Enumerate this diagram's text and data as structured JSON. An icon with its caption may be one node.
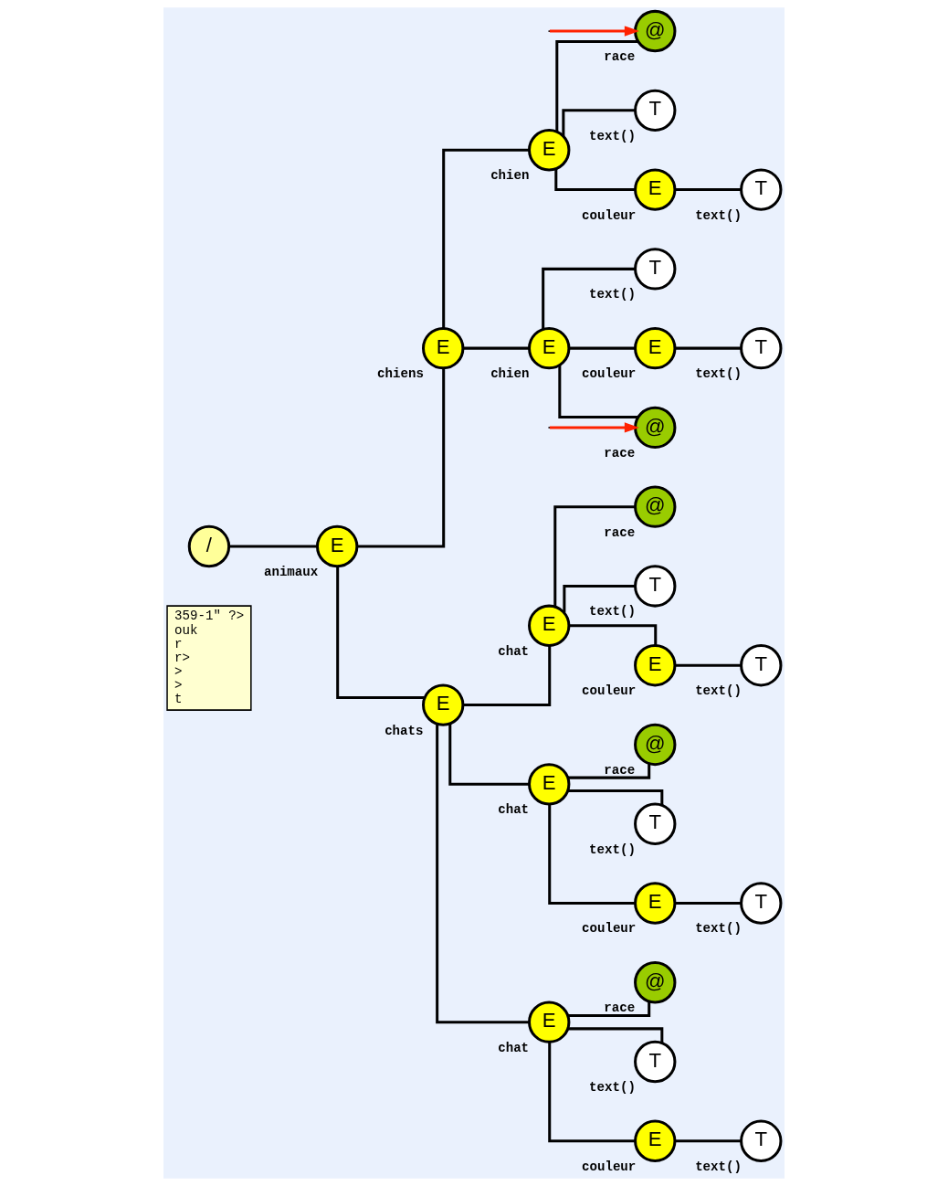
{
  "diagram": {
    "nodes": [
      {
        "text": [
          "359-1\" ?>",
          "ouk",
          "r",
          "r>",
          ">",
          ">",
          "t"
        ]
      },
      {
        "text": [
          "/"
        ]
      },
      {
        "text": [
          "E"
        ],
        "beside": [
          "animaux"
        ]
      },
      {
        "text": [
          "E"
        ],
        "beside": [
          "chiens"
        ]
      },
      {
        "text": [
          "E"
        ],
        "beside": [
          "chien"
        ]
      },
      {
        "text": [
          "@"
        ],
        "beside": [
          "race"
        ]
      },
      {
        "text": [
          "T"
        ],
        "beside": [
          "text()"
        ]
      },
      {
        "text": [
          "E"
        ],
        "beside": [
          "couleur"
        ]
      },
      {
        "text": [
          "T"
        ],
        "beside": [
          "text()"
        ]
      },
      {
        "text": [
          "E"
        ],
        "beside": [
          "chien"
        ]
      },
      {
        "text": [
          "@"
        ],
        "beside": [
          "race"
        ]
      },
      {
        "text": [
          "T"
        ],
        "beside": [
          "text()"
        ]
      },
      {
        "text": [
          "E"
        ],
        "beside": [
          "couleur"
        ]
      },
      {
        "text": [
          "T"
        ],
        "beside": [
          "text()"
        ]
      },
      {
        "text": [
          "E"
        ],
        "beside": [
          "chats"
        ]
      },
      {
        "text": [
          "E"
        ],
        "beside": [
          "chat"
        ]
      },
      {
        "text": [
          "@"
        ],
        "beside": [
          "race"
        ]
      },
      {
        "text": [
          "T"
        ],
        "beside": [
          "text()"
        ]
      },
      {
        "text": [
          "E"
        ],
        "beside": [
          "couleur"
        ]
      },
      {
        "text": [
          "T"
        ],
        "beside": [
          "text()"
        ]
      },
      {
        "text": [
          "E"
        ],
        "beside": [
          "chat"
        ]
      },
      {
        "text": [
          "@"
        ],
        "beside": [
          "race"
        ]
      },
      {
        "text": [
          "T"
        ],
        "beside": [
          "text()"
        ]
      },
      {
        "text": [
          "E"
        ],
        "beside": [
          "couleur"
        ]
      },
      {
        "text": [
          "T"
        ],
        "beside": [
          "text()"
        ]
      },
      {
        "text": [
          "E"
        ],
        "beside": [
          "chat"
        ]
      },
      {
        "text": [
          "@"
        ],
        "beside": [
          "race"
        ]
      },
      {
        "text": [
          "T"
        ],
        "beside": [
          "text()"
        ]
      },
      {
        "text": [
          "E"
        ],
        "beside": [
          "couleur"
        ]
      },
      {
        "text": [
          "T"
        ],
        "beside": [
          "text()"
        ]
      }
    ],
    "edges": [
      {
        "from": null,
        "to": 5,
        "arrow": "to",
        "color": "#ff2200"
      },
      {
        "from": null,
        "to": 10,
        "arrow": "to",
        "color": "#ff2200"
      },
      {
        "from": 1,
        "to": 2,
        "arrow": "none"
      },
      {
        "from": 2,
        "to": 3,
        "arrow": "none"
      },
      {
        "from": 2,
        "to": 14,
        "arrow": "none"
      },
      {
        "from": 3,
        "to": 4,
        "arrow": "none"
      },
      {
        "from": 3,
        "to": 9,
        "arrow": "none"
      },
      {
        "from": 4,
        "to": 5,
        "arrow": "none"
      },
      {
        "from": 4,
        "to": 6,
        "arrow": "none"
      },
      {
        "from": 4,
        "to": 7,
        "arrow": "none"
      },
      {
        "from": 7,
        "to": 8,
        "arrow": "none"
      },
      {
        "from": 9,
        "to": 10,
        "arrow": "none"
      },
      {
        "from": 9,
        "to": 11,
        "arrow": "none"
      },
      {
        "from": 9,
        "to": 12,
        "arrow": "none"
      },
      {
        "from": 12,
        "to": 13,
        "arrow": "none"
      },
      {
        "from": 14,
        "to": 15,
        "arrow": "none"
      },
      {
        "from": 14,
        "to": 20,
        "arrow": "none"
      },
      {
        "from": 14,
        "to": 25,
        "arrow": "none"
      },
      {
        "from": 15,
        "to": 16,
        "arrow": "none"
      },
      {
        "from": 15,
        "to": 17,
        "arrow": "none"
      },
      {
        "from": 15,
        "to": 18,
        "arrow": "none"
      },
      {
        "from": 18,
        "to": 19,
        "arrow": "none"
      },
      {
        "from": 20,
        "to": 21,
        "arrow": "none"
      },
      {
        "from": 20,
        "to": 22,
        "arrow": "none"
      },
      {
        "from": 20,
        "to": 23,
        "arrow": "none"
      },
      {
        "from": 23,
        "to": 24,
        "arrow": "none"
      },
      {
        "from": 25,
        "to": 26,
        "arrow": "none"
      },
      {
        "from": 25,
        "to": 27,
        "arrow": "none"
      },
      {
        "from": 25,
        "to": 28,
        "arrow": "none"
      },
      {
        "from": 28,
        "to": 29,
        "arrow": "none"
      }
    ]
  }
}
